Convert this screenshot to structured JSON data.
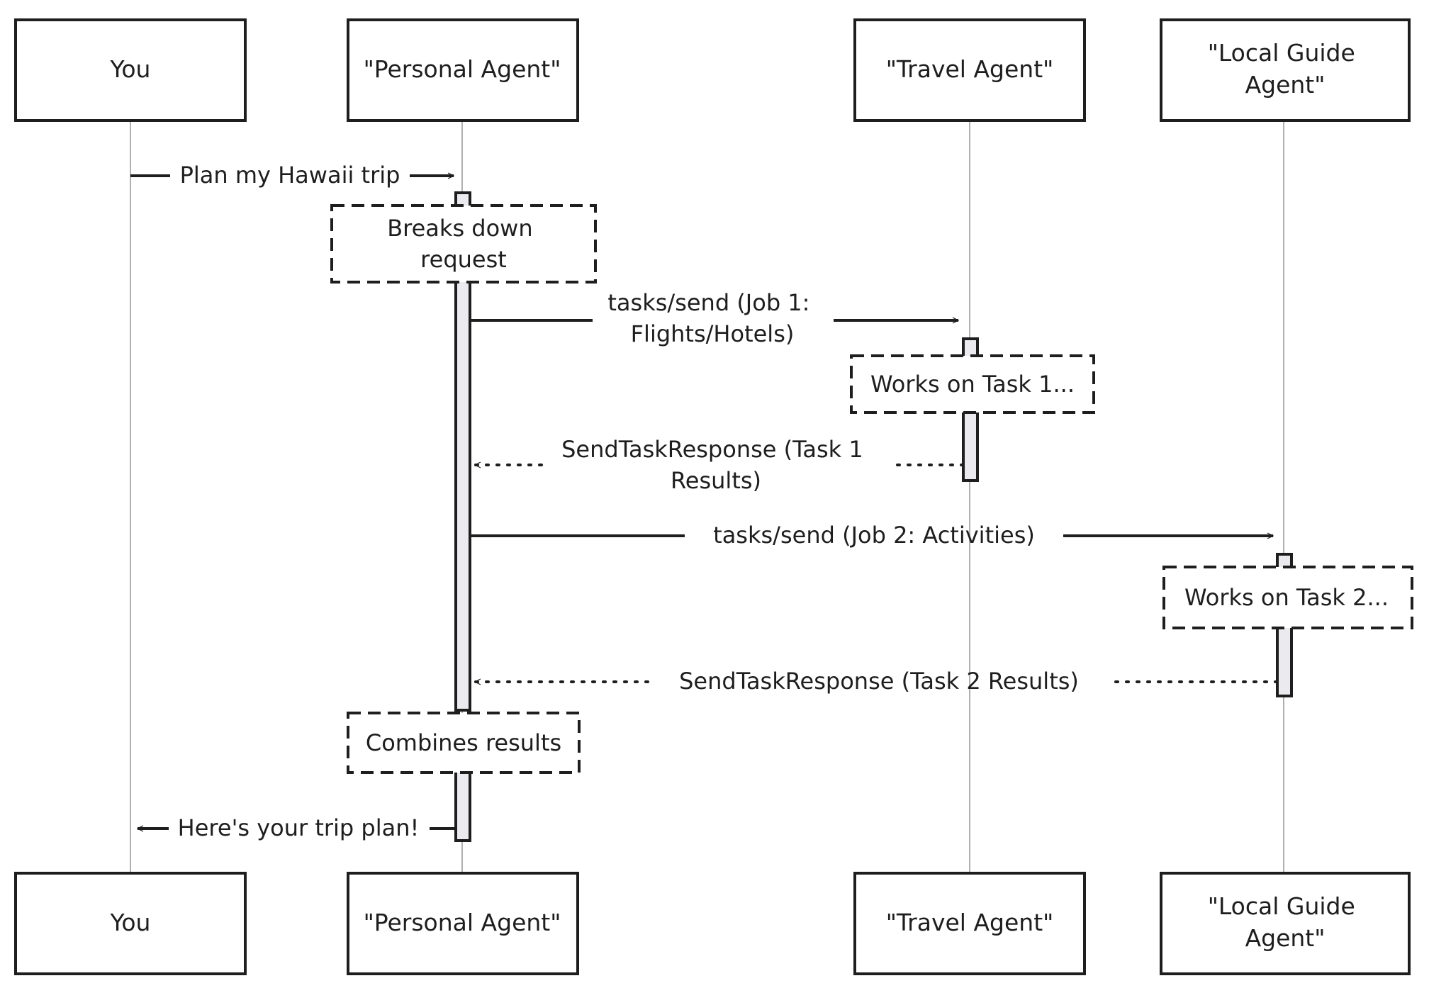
{
  "participants": [
    {
      "id": "you",
      "lines": [
        "You"
      ]
    },
    {
      "id": "personal",
      "lines": [
        "\"Personal Agent\""
      ]
    },
    {
      "id": "travel",
      "lines": [
        "\"Travel Agent\""
      ]
    },
    {
      "id": "guide",
      "lines": [
        "\"Local Guide",
        "Agent\""
      ]
    }
  ],
  "messages": [
    {
      "id": "plan-trip",
      "lines": [
        "Plan my Hawaii trip"
      ],
      "style": "solid"
    },
    {
      "id": "job1",
      "lines": [
        "tasks/send (Job 1:",
        "Flights/Hotels)"
      ],
      "style": "solid"
    },
    {
      "id": "resp1",
      "lines": [
        "SendTaskResponse (Task 1",
        "Results)"
      ],
      "style": "dotted"
    },
    {
      "id": "job2",
      "lines": [
        "tasks/send (Job 2: Activities)"
      ],
      "style": "solid"
    },
    {
      "id": "resp2",
      "lines": [
        "SendTaskResponse (Task 2 Results)"
      ],
      "style": "dotted"
    },
    {
      "id": "trip-plan",
      "lines": [
        "Here's your trip plan!"
      ],
      "style": "solid"
    }
  ],
  "notes": [
    {
      "id": "breaks-down",
      "lines": [
        "Breaks down",
        "request"
      ]
    },
    {
      "id": "works-task1",
      "lines": [
        "Works on Task 1..."
      ]
    },
    {
      "id": "works-task2",
      "lines": [
        "Works on Task 2..."
      ]
    },
    {
      "id": "combines",
      "lines": [
        "Combines results"
      ]
    }
  ],
  "colors": {
    "stroke": "#1e1e1e",
    "lifeline": "#b0b0b0",
    "activation": "#eaeaef",
    "background": "#ffffff"
  }
}
